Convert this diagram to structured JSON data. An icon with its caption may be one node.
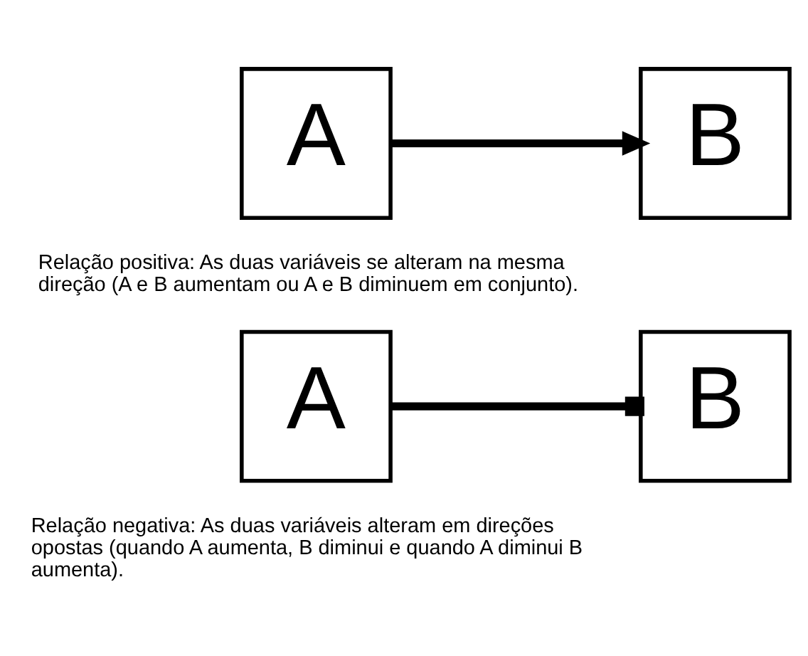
{
  "diagram": {
    "nodes": [
      {
        "text": [
          "A"
        ]
      },
      {
        "text": [
          "B"
        ]
      },
      {
        "text": [
          "A"
        ]
      },
      {
        "text": [
          "B"
        ]
      }
    ],
    "edges": [
      {
        "from": 0,
        "to": 1,
        "arrow": "to"
      },
      {
        "from": 2,
        "to": 3,
        "arrow": "other"
      }
    ],
    "labels": [
      "Relação positiva: As duas variáveis se alteram na mesma direção (A e B aumentam ou A e B diminuem em conjunto).",
      "Relação negativa: As duas variáveis alteram em direções opostas (quando A aumenta, B diminui e quando A diminui B aumenta)."
    ]
  }
}
